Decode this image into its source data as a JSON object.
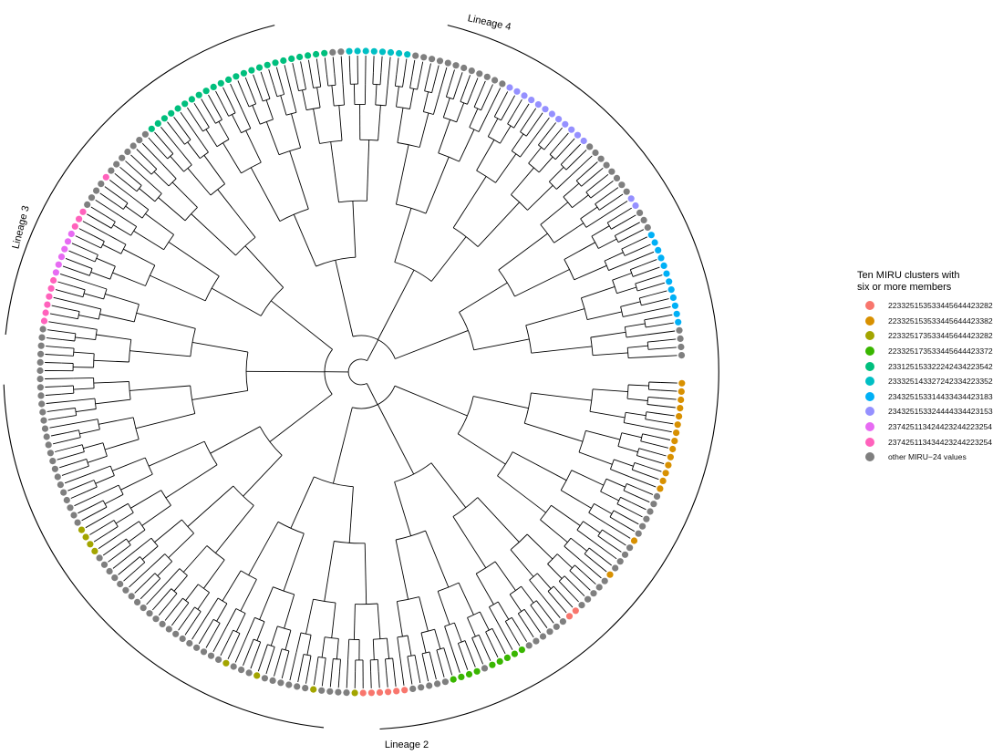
{
  "figure": {
    "lineages": [
      {
        "label": "Lineage 4",
        "start_deg": -76,
        "end_deg": 87
      },
      {
        "label": "Lineage 3",
        "start_deg": -174,
        "end_deg": -104
      },
      {
        "label": "Lineage 2",
        "start_deg": 96,
        "end_deg": 178
      }
    ],
    "legend": {
      "title_line1": "Ten MIRU clusters with",
      "title_line2": "six or more members",
      "items": [
        {
          "label": "223325153533445644423282",
          "color": "#F8766D"
        },
        {
          "label": "223325153533445644423382",
          "color": "#D89000"
        },
        {
          "label": "223325173533445644423282",
          "color": "#A3A500"
        },
        {
          "label": "223325173533445644423372",
          "color": "#39B600"
        },
        {
          "label": "233125153322242434223542",
          "color": "#00BF7D"
        },
        {
          "label": "233325143327242334223352",
          "color": "#00BFC4"
        },
        {
          "label": "234325153314433434423183",
          "color": "#00B0F6"
        },
        {
          "label": "234325153324444334423153",
          "color": "#9590FF"
        },
        {
          "label": "237425113424423244223254",
          "color": "#E76BF3"
        },
        {
          "label": "237425113434423244223254",
          "color": "#FF62BC"
        },
        {
          "label": "other MIRU−24 values",
          "color": "#7F7F7F"
        }
      ]
    }
  }
}
